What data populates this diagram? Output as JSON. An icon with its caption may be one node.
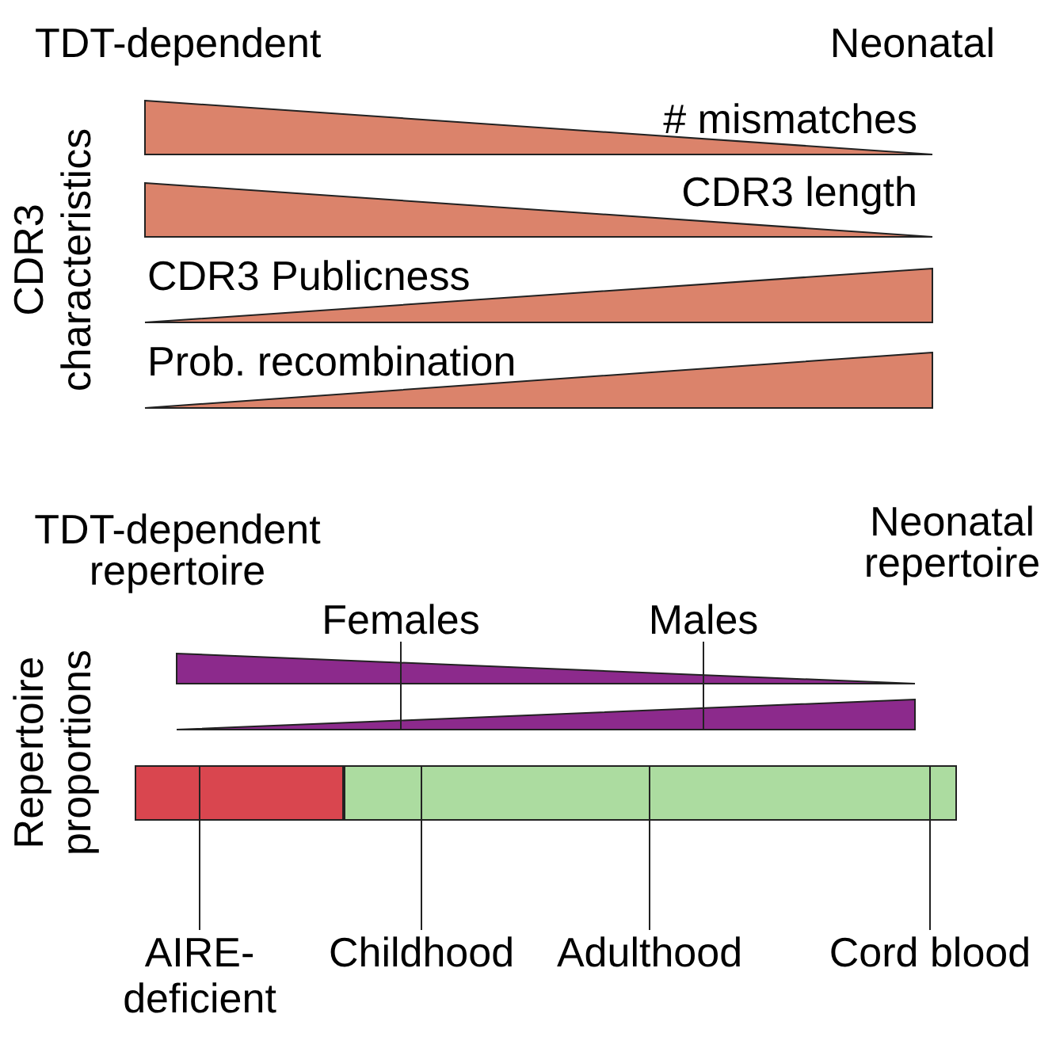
{
  "diagram": {
    "nodes": [
      {
        "text": [
          "# mismatches"
        ]
      },
      {
        "text": [
          "CDR3 length"
        ]
      },
      {
        "text": [
          "CDR3 Publicness"
        ]
      },
      {
        "text": [
          "Prob. recombination"
        ]
      },
      {
        "text": [
          "Females"
        ]
      },
      {
        "text": [
          "Males"
        ]
      },
      {
        "text": [],
        "shape": "triangle"
      },
      {
        "text": [],
        "shape": "triangle"
      },
      {
        "text": [],
        "shape": "bar"
      },
      {
        "text": [],
        "shape": "bar"
      },
      {
        "text": [
          "AIRE-deficient"
        ]
      },
      {
        "text": [
          "Childhood"
        ]
      },
      {
        "text": [
          "Adulthood"
        ]
      },
      {
        "text": [
          "Cord blood"
        ]
      }
    ],
    "edges": [
      {
        "from": 4,
        "to": 7,
        "arrow": "none"
      },
      {
        "from": 5,
        "to": 7,
        "arrow": "none"
      },
      {
        "from": 10,
        "to": 8,
        "arrow": "none"
      },
      {
        "from": 11,
        "to": 9,
        "arrow": "none"
      },
      {
        "from": 12,
        "to": 9,
        "arrow": "none"
      },
      {
        "from": 13,
        "to": 9,
        "arrow": "none"
      }
    ],
    "labels": [
      "TDT-dependent",
      "Neonatal",
      "CDR3 characteristics",
      "TDT-dependent repertoire",
      "Neonatal repertoire",
      "Repertoire proportions"
    ]
  }
}
